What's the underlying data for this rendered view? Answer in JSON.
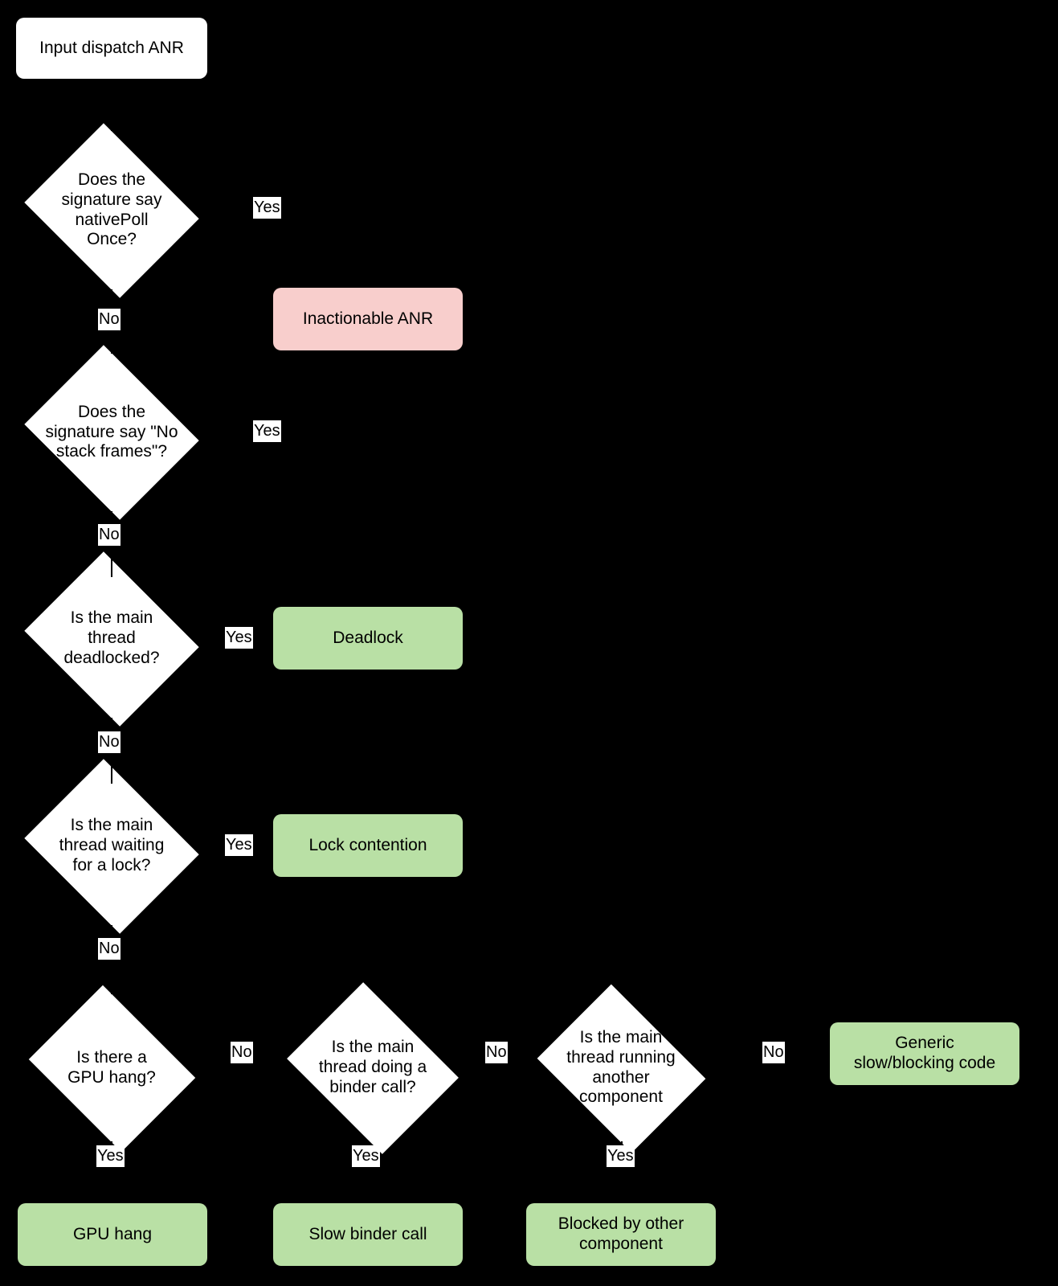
{
  "diagram": {
    "title": "Input dispatch ANR triage flowchart",
    "background_color": "#000000",
    "colors": {
      "decision_fill": "#ffffff",
      "start_fill": "#ffffff",
      "terminal_bad_fill": "#f8cecc",
      "terminal_good_fill": "#b9e0a5",
      "text": "#000000",
      "connector": "#000000"
    }
  },
  "nodes": {
    "start": "Input dispatch ANR",
    "d1": "Does the\nsignature say\nnativePoll\nOnce?",
    "d2": "Does the\nsignature say \"No\nstack frames\"?",
    "d3": "Is the main\nthread\ndeadlocked?",
    "d4": "Is the main\nthread waiting\nfor a lock?",
    "d5": "Is there a\nGPU hang?",
    "d6": "Is the main\nthread doing a\nbinder call?",
    "d7": "Is the main\nthread running\nanother\ncomponent",
    "t_inactionable": "Inactionable ANR",
    "t_deadlock": "Deadlock",
    "t_lock": "Lock contention",
    "t_gpu": "GPU hang",
    "t_binder": "Slow binder call",
    "t_blocked": "Blocked by other\ncomponent",
    "t_generic": "Generic\nslow/blocking code"
  },
  "edges": {
    "d1_yes": "Yes",
    "d1_no": "No",
    "d2_yes": "Yes",
    "d2_no": "No",
    "d3_yes": "Yes",
    "d3_no": "No",
    "d4_yes": "Yes",
    "d4_no": "No",
    "d5_yes": "Yes",
    "d5_no": "No",
    "d6_yes": "Yes",
    "d6_no": "No",
    "d7_yes": "Yes",
    "d7_no": "No"
  }
}
